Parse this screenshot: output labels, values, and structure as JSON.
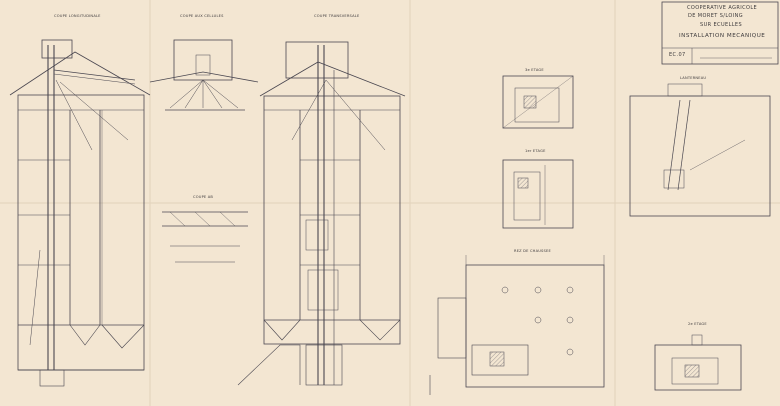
{
  "title_block": {
    "line1": "COOPERATIVE AGRICOLE",
    "line2": "DE MORET S/LOING",
    "line3": "SUR ECUELLES",
    "line4": "INSTALLATION MECANIQUE",
    "sheet_code": "EC.07"
  },
  "views": {
    "longitudinal": "COUPE LONGITUDINALE",
    "cells": "COUPE AUX CELLULES",
    "transverse": "COUPE TRANSVERSALE",
    "floor3": "3e ETAGE",
    "floor1": "1er ETAGE",
    "ground": "REZ DE CHAUSSEE",
    "lanterne": "LANTERNEAU",
    "floor2": "2e ETAGE",
    "plan_ab": "COUPE AB"
  },
  "palette": {
    "paper": "#f3e6d2",
    "ink": "#4a4750",
    "ink_light": "#8b8690"
  }
}
